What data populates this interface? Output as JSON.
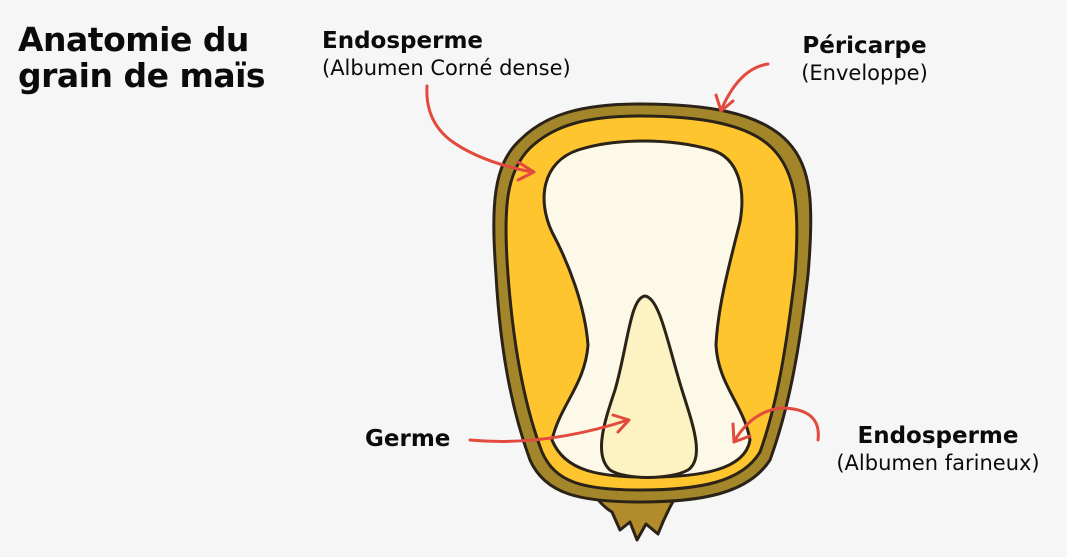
{
  "title": {
    "line1": "Anatomie du",
    "line2": "grain de maïs"
  },
  "labels": {
    "endosperm_top": {
      "name": "Endosperme",
      "detail": "(Albumen Corné dense)"
    },
    "pericarp": {
      "name": "Péricarpe",
      "detail": "(Enveloppe)"
    },
    "germ": {
      "name": "Germe"
    },
    "endosperm_bottom": {
      "name": "Endosperme",
      "detail": "(Albumen farineux)"
    }
  },
  "colors": {
    "background": "#f6f6f6",
    "pericarp_outline": "#a3862a",
    "horny_endosperm": "#ffc52f",
    "floury_endosperm": "#fdf9e8",
    "germ": "#fdf2c2",
    "stem": "#b28b2a",
    "arrow": "#e34a3e",
    "outline": "#2b2218"
  }
}
